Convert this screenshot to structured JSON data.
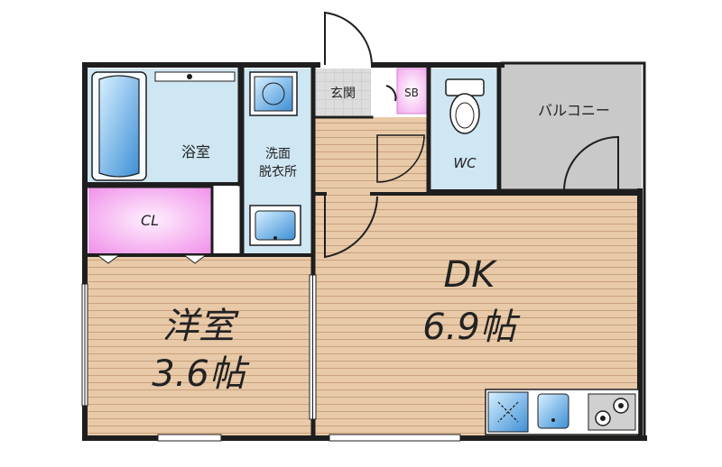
{
  "rooms": {
    "bath": "浴室",
    "washroom_line1": "洗面",
    "washroom_line2": "脱衣所",
    "entrance": "玄関",
    "shoe_box": "SB",
    "toilet": "WC",
    "balcony": "バルコニー",
    "closet": "CL",
    "western_room_name": "洋室",
    "western_room_size": "3.6帖",
    "dining_kitchen_name": "DK",
    "dining_kitchen_size": "6.9帖"
  },
  "colors": {
    "wood_floor": "#e8c9a8",
    "wet_area": "#cfe6f3",
    "closet": "#f4a9ef",
    "balcony": "#c9c9c9",
    "entrance_tile": "#dcdcdc",
    "wall": "#1e1e1e",
    "fixture_blue": "#5aa9e6"
  },
  "icons": [
    "bathtub-icon",
    "sink-icon",
    "washing-machine-icon",
    "toilet-icon",
    "kitchen-sink-icon",
    "stove-icon",
    "fridge-icon"
  ]
}
